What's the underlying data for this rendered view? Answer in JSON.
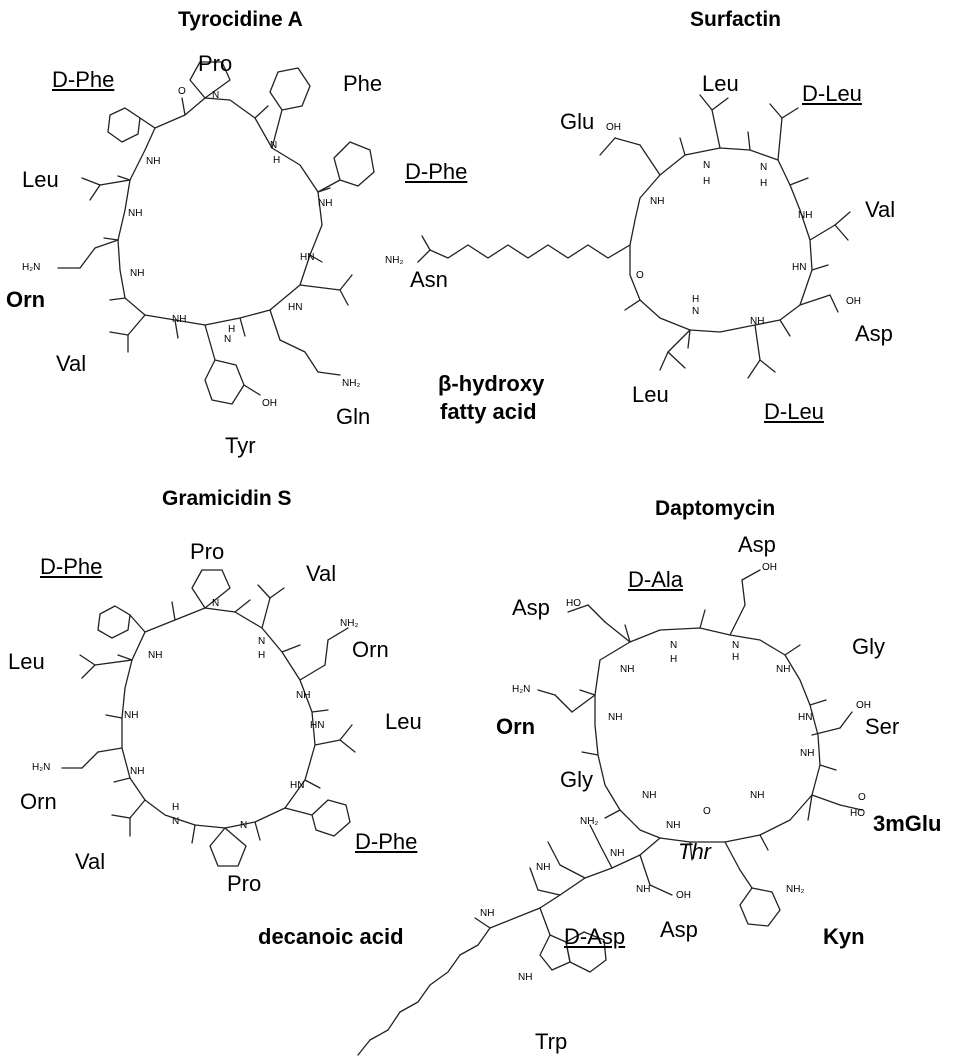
{
  "titles": {
    "tyrocidine": "Tyrocidine A",
    "surfactin": "Surfactin",
    "gramicidin": "Gramicidin S",
    "daptomycin": "Daptomycin"
  },
  "tyrocidine_residues": {
    "d_phe_1": "D-Phe",
    "pro": "Pro",
    "phe": "Phe",
    "d_phe_2": "D-Phe",
    "leu": "Leu",
    "asn": "Asn",
    "orn": "Orn",
    "val": "Val",
    "gln": "Gln",
    "tyr": "Tyr"
  },
  "surfactin_residues": {
    "leu_1": "Leu",
    "d_leu_1": "D-Leu",
    "glu": "Glu",
    "val": "Val",
    "asp": "Asp",
    "leu_2": "Leu",
    "d_leu_2": "D-Leu",
    "fatty_acid_1": "β-hydroxy",
    "fatty_acid_2": "fatty acid"
  },
  "gramicidin_residues": {
    "d_phe_1": "D-Phe",
    "pro_1": "Pro",
    "val_1": "Val",
    "orn_1": "Orn",
    "leu_1": "Leu",
    "leu_2": "Leu",
    "orn_2": "Orn",
    "val_2": "Val",
    "pro_2": "Pro",
    "d_phe_2": "D-Phe"
  },
  "daptomycin_residues": {
    "asp_1": "Asp",
    "d_ala": "D-Ala",
    "asp_2": "Asp",
    "gly_1": "Gly",
    "orn": "Orn",
    "ser": "Ser",
    "gly_2": "Gly",
    "mglu": "3mGlu",
    "thr": "Thr",
    "decanoic": "decanoic acid",
    "d_asp": "D-Asp",
    "asp_3": "Asp",
    "kyn": "Kyn",
    "trp": "Trp"
  },
  "atom_labels": {
    "nh": "NH",
    "n": "N",
    "h": "H",
    "o": "O",
    "oh": "OH",
    "ho": "HO",
    "nh2": "NH₂",
    "h2n": "H₂N",
    "hn": "HN"
  }
}
